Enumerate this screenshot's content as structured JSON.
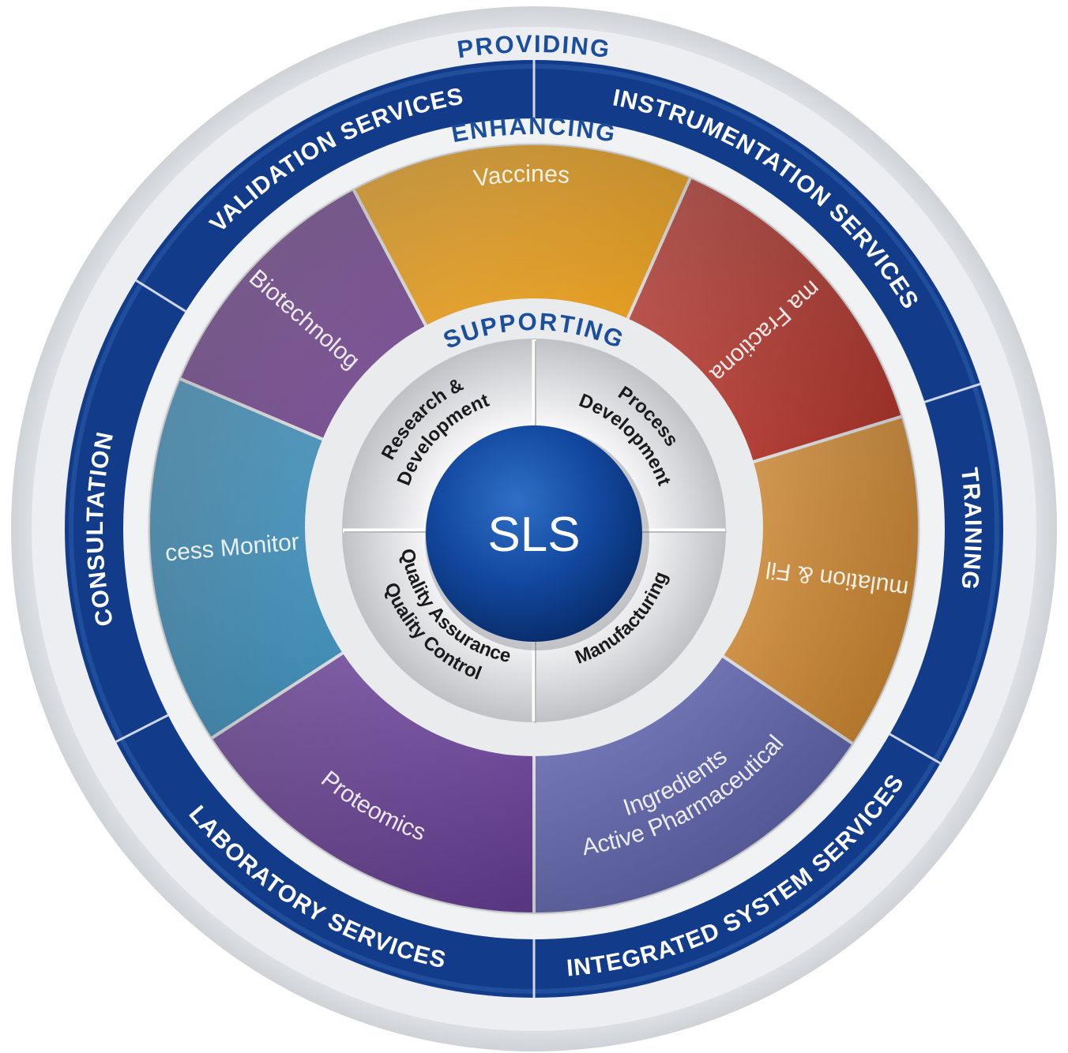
{
  "colors": {
    "outer_rim": "#e7e8eb",
    "providing_band": "#123c8a",
    "accent_text": "#1b4f9c",
    "enhancing_rim": "#f1f2f4",
    "supporting_ring": "#e8e8ea",
    "core": "#0f3f92"
  },
  "providing": {
    "title": "PROVIDING",
    "items": [
      "INSTRUMENTATION SERVICES",
      "TRAINING",
      "INTEGRATED SYSTEM SERVICES",
      "LABORATORY SERVICES",
      "CONSULTATION",
      "VALIDATION SERVICES"
    ]
  },
  "enhancing": {
    "title": "ENHANCING",
    "segments": [
      {
        "label": "Vaccines",
        "color": "#f0a31c"
      },
      {
        "label": "Plasma Fractionation",
        "color": "#b8362c"
      },
      {
        "label": "Formulation & Filling",
        "color": "#d68a2d"
      },
      {
        "label": "Active Pharmaceutical",
        "label2": "Ingredients",
        "color": "#5b60b0"
      },
      {
        "label": "Proteomics",
        "color": "#6a3f9a"
      },
      {
        "label": "Process Monitoring",
        "color": "#3f93c0"
      },
      {
        "label": "Biotechnology",
        "color": "#7b4f96"
      }
    ]
  },
  "supporting": {
    "title": "SUPPORTING",
    "quadrants": [
      {
        "line1": "Research &",
        "line2": "Development"
      },
      {
        "line1": "Process",
        "line2": "Development"
      },
      {
        "line1": "Manufacturing",
        "line2": ""
      },
      {
        "line1": "Quality Assurance/",
        "line2": "Quality Control"
      }
    ]
  },
  "core": {
    "label": "SLS"
  }
}
